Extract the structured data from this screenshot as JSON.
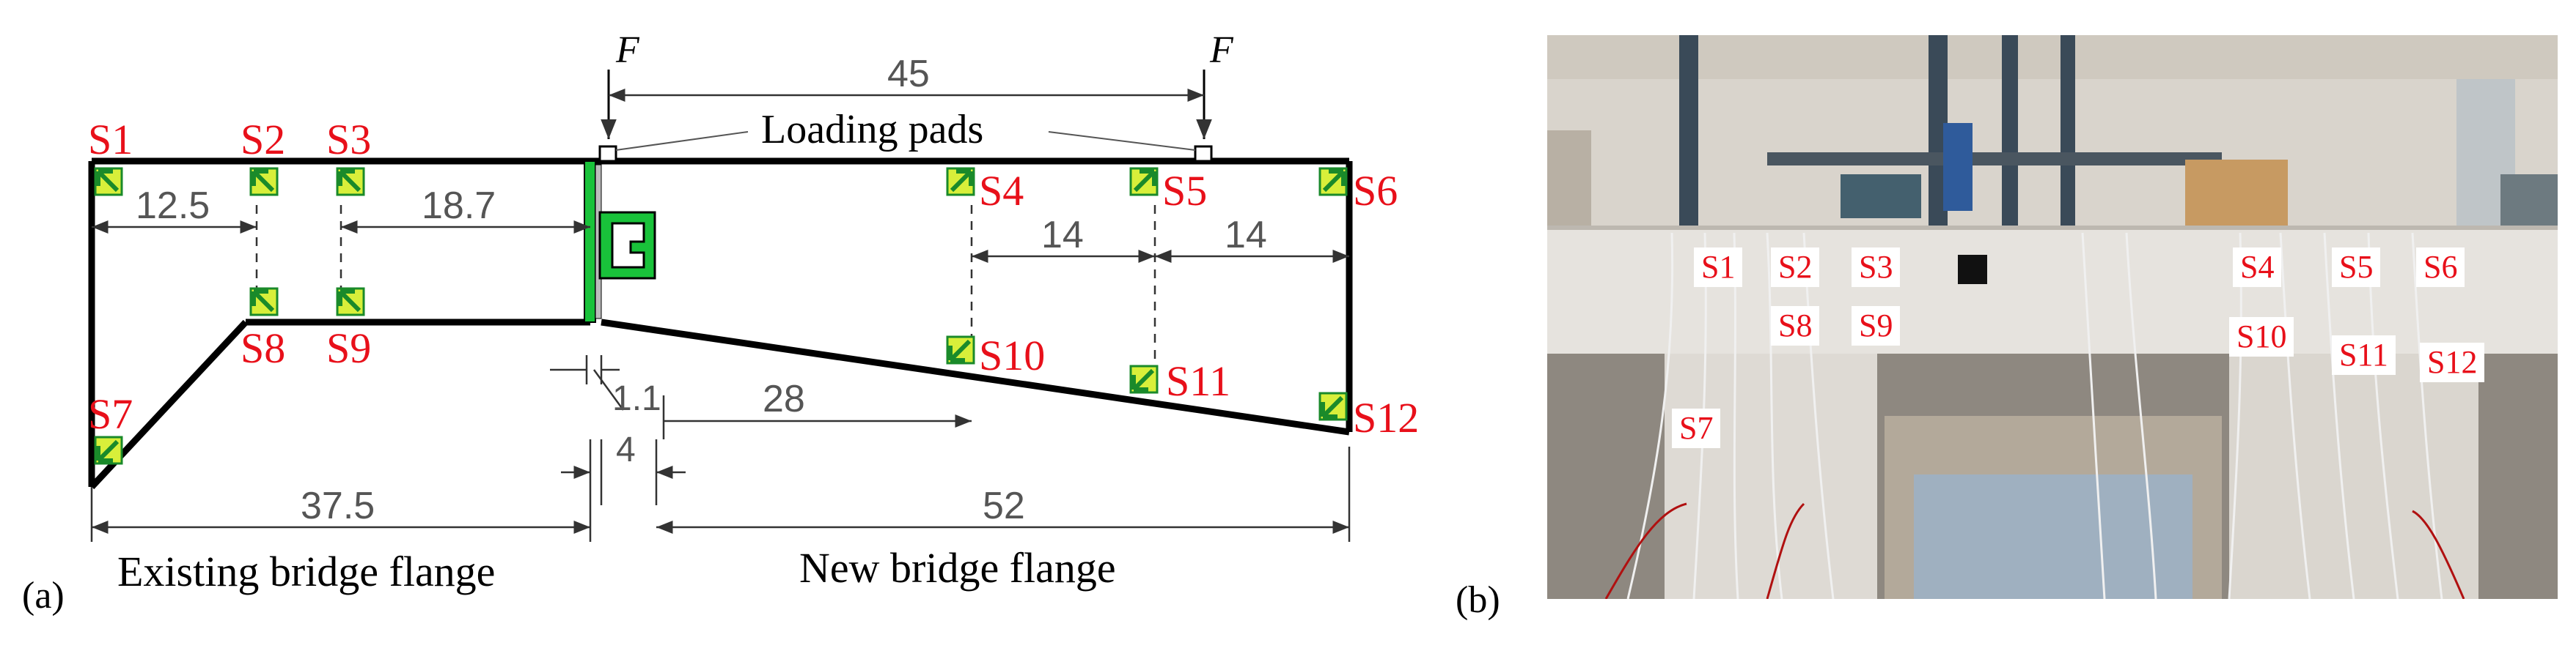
{
  "panel_a": {
    "label": "(a)",
    "force_left": "F",
    "force_right": "F",
    "loading_pads": "Loading pads",
    "dim_45": "45",
    "dim_12_5": "12.5",
    "dim_18_7": "18.7",
    "dim_14_a": "14",
    "dim_14_b": "14",
    "dim_1_1": "1.1",
    "dim_28": "28",
    "dim_4": "4",
    "dim_37_5": "37.5",
    "dim_52": "52",
    "existing_flange": "Existing bridge flange",
    "new_flange": "New bridge flange",
    "sensors": {
      "s1": "S1",
      "s2": "S2",
      "s3": "S3",
      "s4": "S4",
      "s5": "S5",
      "s6": "S6",
      "s7": "S7",
      "s8": "S8",
      "s9": "S9",
      "s10": "S10",
      "s11": "S11",
      "s12": "S12"
    }
  },
  "panel_b": {
    "label": "(b)",
    "sensors": {
      "s1": "S1",
      "s2": "S2",
      "s3": "S3",
      "s4": "S4",
      "s5": "S5",
      "s6": "S6",
      "s7": "S7",
      "s8": "S8",
      "s9": "S9",
      "s10": "S10",
      "s11": "S11",
      "s12": "S12"
    }
  },
  "colors": {
    "sensor_label": "#e8101a",
    "gauge_fill": "#d8ef3a",
    "gauge_arrow": "#1a8a2a",
    "joint_green": "#19c23a",
    "outline": "#000000",
    "dimension": "#555555"
  }
}
